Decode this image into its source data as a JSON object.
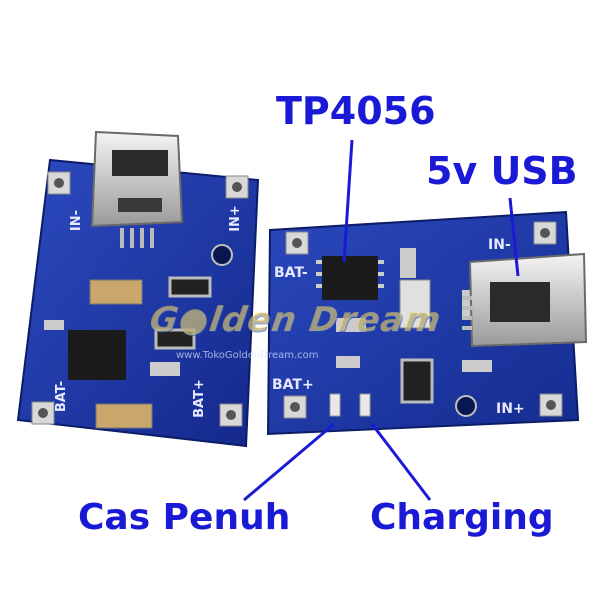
{
  "labels": {
    "chip": "TP4056",
    "usb": "5v USB",
    "full": "Cas Penuh",
    "charging": "Charging"
  },
  "silkscreen": {
    "in_minus": "IN-",
    "in_plus": "IN+",
    "bat_minus": "BAT-",
    "bat_plus": "BAT+"
  },
  "colors": {
    "annotation": "#1a1ad6",
    "pcb": "#1d3aa8",
    "pad": "#d8d8d8"
  }
}
